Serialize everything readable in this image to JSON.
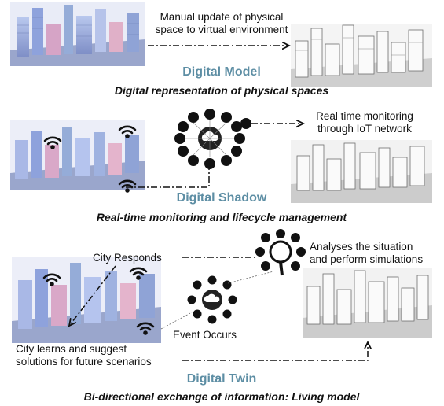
{
  "sections": {
    "model": {
      "title": "Digital Model",
      "subtitle": "Digital representation of physical spaces",
      "note_line1": "Manual update of physical",
      "note_line2": "space to virtual environment"
    },
    "shadow": {
      "title": "Digital Shadow",
      "subtitle": "Real-time monitoring and lifecycle management",
      "note_line1": "Real time monitoring",
      "note_line2": "through IoT network"
    },
    "twin": {
      "title": "Digital Twin",
      "subtitle": "Bi-directional exchange of information: Living model",
      "responds": "City Responds",
      "analyses_line1": "Analyses the situation",
      "analyses_line2": "and perform simulations",
      "event": "Event Occurs",
      "learns_line1": "City learns and suggest",
      "learns_line2": "solutions for future scenarios"
    }
  },
  "icons": {
    "hub": "cloud-icon",
    "wifi": "wifi-icon",
    "analysis": "magnifier-icon"
  },
  "colors": {
    "title_accent": "#5d8ea4",
    "city_blue": "#8aa6d8",
    "city_pink": "#d7a0c0",
    "sketch_grey": "#8c8c8c"
  }
}
